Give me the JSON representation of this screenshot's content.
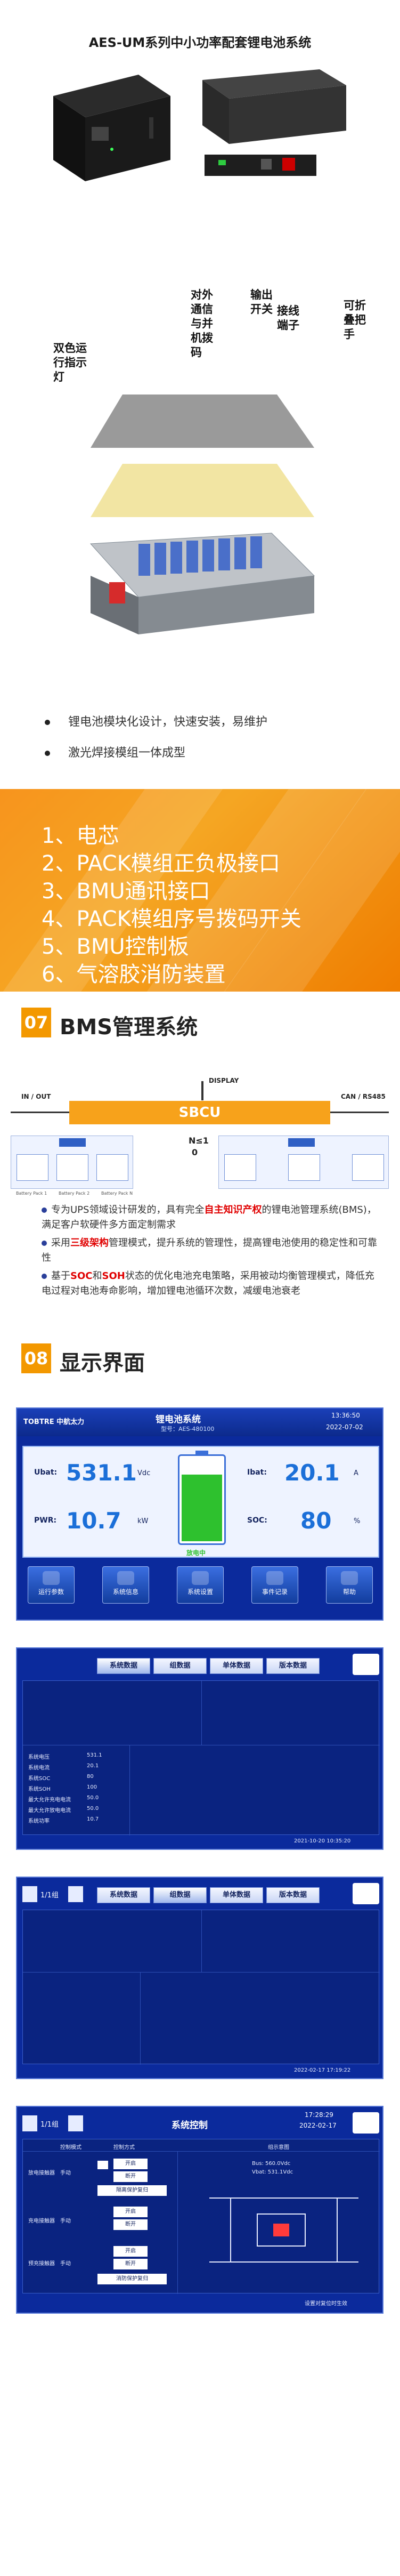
{
  "title": "AES-UM系列中小功率配套锂电池系统",
  "callouts": {
    "led": [
      "双色运",
      "行指示",
      "灯"
    ],
    "comm": [
      "对外",
      "通信",
      "与并",
      "机拨",
      "码"
    ],
    "switch": [
      "输出",
      "开关"
    ],
    "terminal": [
      "接线",
      "端子"
    ],
    "handle": [
      "可折",
      "叠把",
      "手"
    ]
  },
  "features": [
    "锂电池模块化设计，快速安装，易维护",
    "激光焊接模组一体成型"
  ],
  "components": [
    "1、电芯",
    "2、PACK模组正负极接口",
    "3、BMU通讯接口",
    "4、PACK模组序号拨码开关",
    "5、BMU控制板",
    "6、气溶胶消防装置"
  ],
  "sec07": {
    "num": "07",
    "title": "BMS管理系统",
    "diagram": {
      "display": "DISPLAY",
      "sbcu": "SBCU",
      "in_out": "IN / OUT",
      "can": "CAN / RS485",
      "ns": "N≤1",
      "zero": "0",
      "packs": [
        "Battery Pack 1",
        "Battery Pack 2",
        "Battery Pack N"
      ]
    },
    "paragraphs": {
      "p1_pre": "专为UPS领域设计研发的，具有完全",
      "p1_red": "自主知识产权",
      "p1_post": "的锂电池管理系统(BMS)，满足客户软硬件多方面定制需求",
      "p2_pre": "采用",
      "p2_red": "三级架构",
      "p2_post": "管理模式，提升系统的管理性，提高锂电池使用的稳定性和可靠性",
      "p3_pre": "基于",
      "p3_red1": "SOC",
      "p3_mid": "和",
      "p3_red2": "SOH",
      "p3_post": "状态的优化电池充电策略，采用被动均衡管理模式，降低充电过程对电池寿命影响，增加锂电池循环次数，减缓电池衰老"
    }
  },
  "sec08": {
    "num": "08",
    "title": "显示界面"
  },
  "screen1": {
    "brand": "TOBTRE 中航太力",
    "sys_name": "锂电池系统",
    "model": "型号：AES-480100",
    "time": "13:36:50",
    "date": "2022-07-02",
    "ubat_label": "Ubat:",
    "ubat_value": "531.1",
    "ubat_unit": "Vdc",
    "pwr_label": "PWR:",
    "pwr_value": "10.7",
    "pwr_unit": "kW",
    "ibat_label": "Ibat:",
    "ibat_value": "20.1",
    "ibat_unit": "A",
    "soc_label": "SOC:",
    "soc_value": "80",
    "soc_unit": "%",
    "battery_state": "放电中",
    "battery_level": 0.8,
    "nav": [
      "运行参数",
      "系统信息",
      "系统设置",
      "事件记录",
      "帮助"
    ]
  },
  "screen2": {
    "tabs": [
      "系统数据",
      "组数据",
      "单体数据",
      "版本数据"
    ],
    "active": 0,
    "timestamp": "2021-10-20  10:35:20",
    "bottom_left": [
      "系统电压",
      "系统电流",
      "系统SOC",
      "系统SOH",
      "最大允许充电电流",
      "最大允许放电电流",
      "系统功率"
    ],
    "bottom_vals": [
      "531.1",
      "20.1",
      "80",
      "100",
      "50.0",
      "50.0",
      "10.7"
    ]
  },
  "screen3": {
    "tabs": [
      "系统数据",
      "组数据",
      "单体数据",
      "版本数据"
    ],
    "active": 1,
    "header_left": "1/1组",
    "timestamp": "2022-02-17  17:19:22"
  },
  "screen4": {
    "title": "系统控制",
    "header_left": "1/1组",
    "time": "17:28:29",
    "date": "2022-02-17",
    "col_headers": [
      "控制模式",
      "控制方式",
      "组示意图"
    ],
    "rows": [
      {
        "name": "放电接触器",
        "mode": "手动",
        "on": "开启",
        "off": "断开"
      },
      {
        "name": "充电接触器",
        "mode": "手动",
        "on": "开启",
        "off": "断开"
      },
      {
        "name": "预充接触器",
        "mode": "手动",
        "on": "开启",
        "off": "断开"
      }
    ],
    "extra": [
      "隔离保护复归",
      "消防保护复归"
    ],
    "voltage_note": "Bus: 560.0Vdc",
    "voltage_note2": "Vbat: 531.1Vdc",
    "footer": "设置对复位时生效"
  }
}
